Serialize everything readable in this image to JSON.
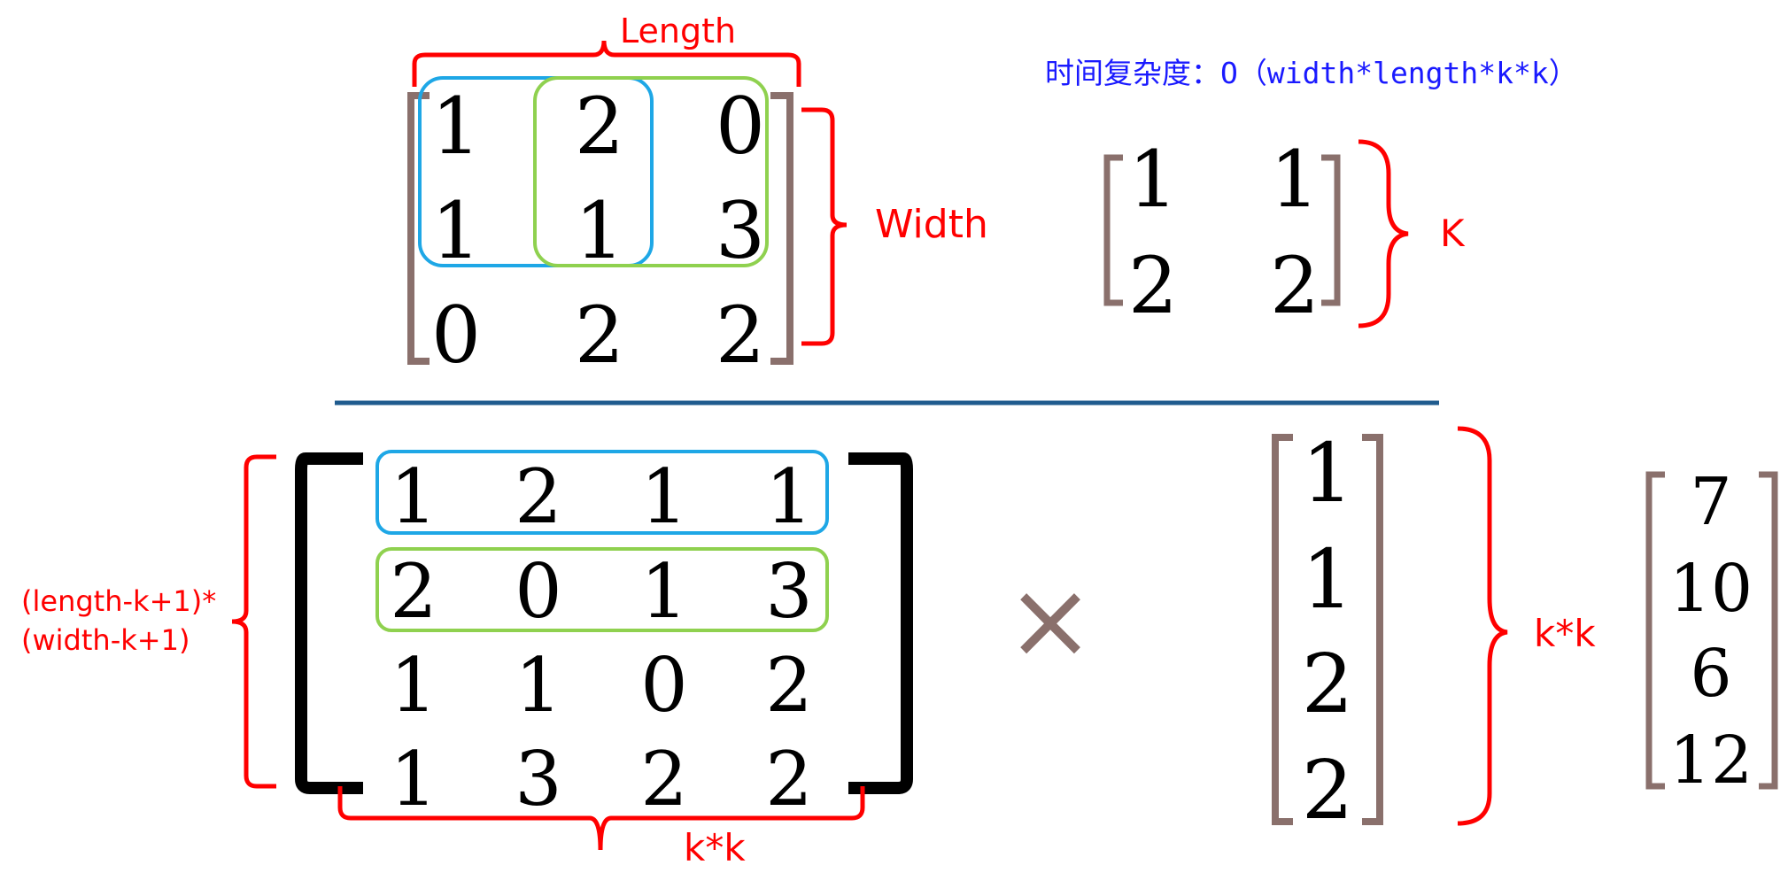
{
  "labels": {
    "length": "Length",
    "width": "Width",
    "k": "K",
    "complexity": "时间复杂度：O（width*length*k*k）",
    "rows_line1": "(length-k+1)*",
    "rows_line2": "(width-k+1)",
    "kk_bottom": "k*k",
    "kk_right": "k*k",
    "times": "×"
  },
  "input_matrix": [
    [
      "1",
      "2",
      "0"
    ],
    [
      "1",
      "1",
      "3"
    ],
    [
      "0",
      "2",
      "2"
    ]
  ],
  "kernel_matrix": [
    [
      "1",
      "1"
    ],
    [
      "2",
      "2"
    ]
  ],
  "unrolled_matrix": [
    [
      "1",
      "2",
      "1",
      "1"
    ],
    [
      "2",
      "0",
      "1",
      "3"
    ],
    [
      "1",
      "1",
      "0",
      "2"
    ],
    [
      "1",
      "3",
      "2",
      "2"
    ]
  ],
  "kernel_vector": [
    "1",
    "1",
    "2",
    "2"
  ],
  "result_vector": [
    "7",
    "10",
    "6",
    "12"
  ],
  "colors": {
    "red": "#ff0000",
    "blue_text": "#1a1aff",
    "window_blue": "#1ea7e6",
    "window_green": "#8fd14f",
    "bracket_brown": "#8a706c",
    "divider": "#1f5b8e"
  }
}
